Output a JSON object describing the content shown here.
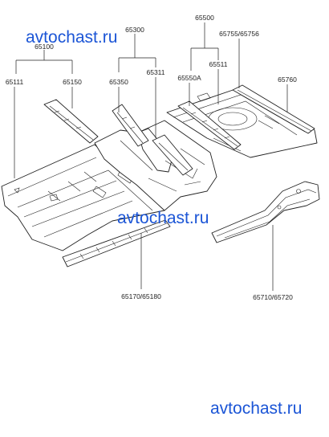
{
  "watermarks": [
    "avtochast.ru",
    "avtochast.ru",
    "avtochast.ru"
  ],
  "labels": {
    "l65100": "65100",
    "l65111": "65111",
    "l65150": "65150",
    "l65300": "65300",
    "l65311": "65311",
    "l65350": "65350",
    "l65500": "65500",
    "l65755": "65755/65756",
    "l65511": "65511",
    "l65550": "65550A",
    "l65760": "65760",
    "l65170": "65170/65180",
    "l65710": "65710/65720"
  }
}
